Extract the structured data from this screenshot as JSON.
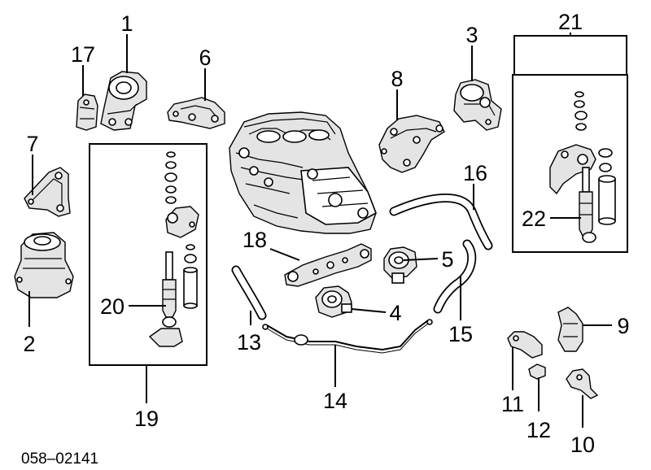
{
  "callouts": {
    "c1": "1",
    "c2": "2",
    "c3": "3",
    "c4": "4",
    "c5": "5",
    "c6": "6",
    "c7": "7",
    "c8": "8",
    "c9": "9",
    "c10": "10",
    "c11": "11",
    "c12": "12",
    "c13": "13",
    "c14": "14",
    "c15": "15",
    "c16": "16",
    "c17": "17",
    "c18": "18",
    "c19": "19",
    "c20": "20",
    "c21": "21",
    "c22": "22"
  },
  "diagram_code": "058–02141"
}
